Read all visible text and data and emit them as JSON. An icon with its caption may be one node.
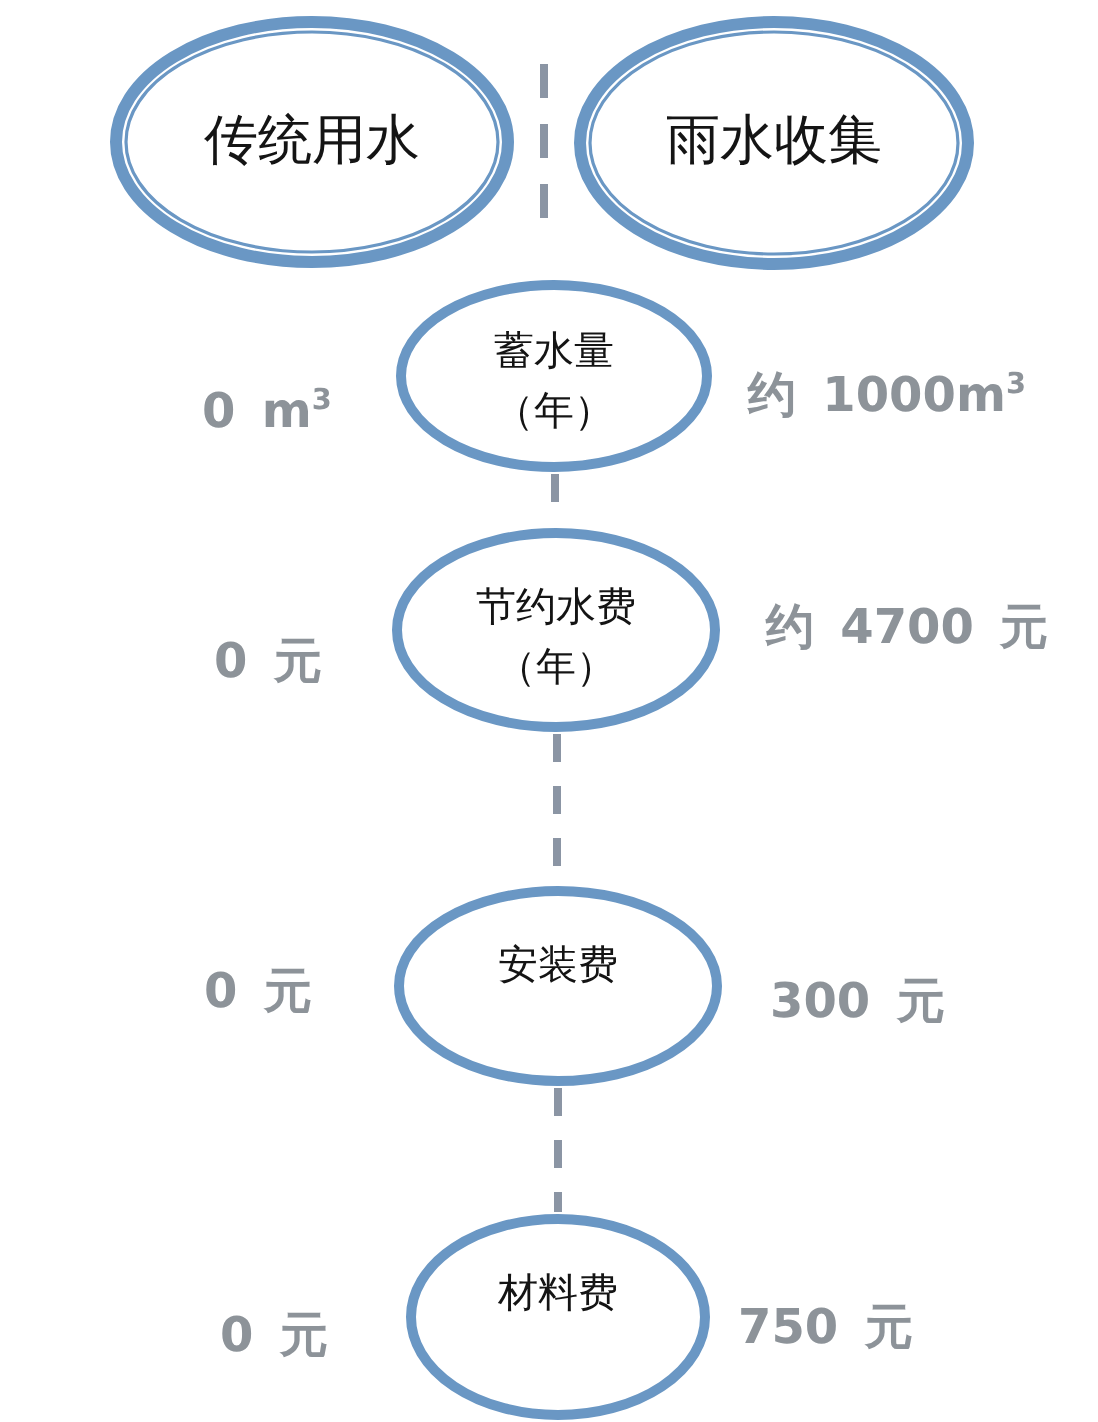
{
  "diagram": {
    "nodes": [
      {
        "text": [
          "传统用水"
        ]
      },
      {
        "text": [
          "雨水收集"
        ]
      },
      {
        "text": [
          "蓄水量（年）"
        ]
      },
      {
        "text": [
          "节约水费（年）"
        ]
      },
      {
        "text": [
          "安装费"
        ]
      },
      {
        "text": [
          "材料费"
        ]
      }
    ],
    "edges": [
      {
        "from": 2,
        "to": 3,
        "arrow": "none",
        "style": "dashed"
      },
      {
        "from": 3,
        "to": 4,
        "arrow": "none",
        "style": "dashed"
      },
      {
        "from": 4,
        "to": 5,
        "arrow": "none",
        "style": "dashed"
      }
    ],
    "labels": [
      "0 m$^{3}$",
      "约 1000m$^{3}$",
      "0 元",
      "约 4700 元",
      "0 元",
      "300 元",
      "0 元",
      "750 元"
    ]
  }
}
